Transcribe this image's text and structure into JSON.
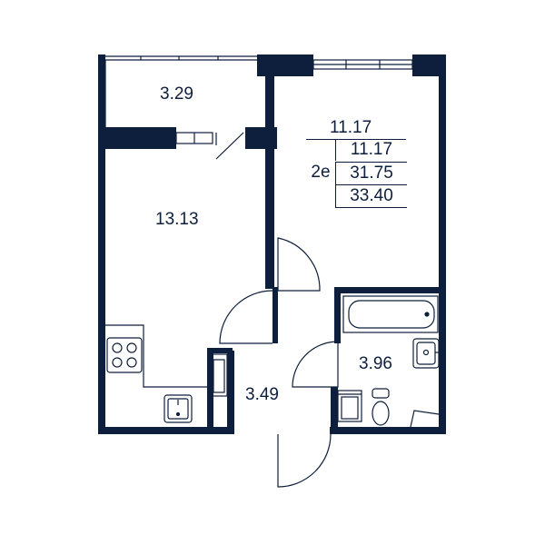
{
  "floorplan": {
    "colors": {
      "wall": "#0d1f3c",
      "background": "#ffffff"
    },
    "rooms": {
      "balcony_area": "3.29",
      "kitchen_area": "13.13",
      "bedroom_area": "11.17",
      "hall_area": "3.49",
      "bathroom_area": "3.96"
    },
    "legend": {
      "type": "2е",
      "living_area": "11.17",
      "total_area": "31.75",
      "total_with_balcony": "33.40"
    },
    "fixtures": [
      "stove-icon",
      "sink-icon",
      "bathtub-icon",
      "washbasin-icon",
      "toilet-icon",
      "washing-machine-icon",
      "window-icon",
      "door-icon"
    ]
  }
}
